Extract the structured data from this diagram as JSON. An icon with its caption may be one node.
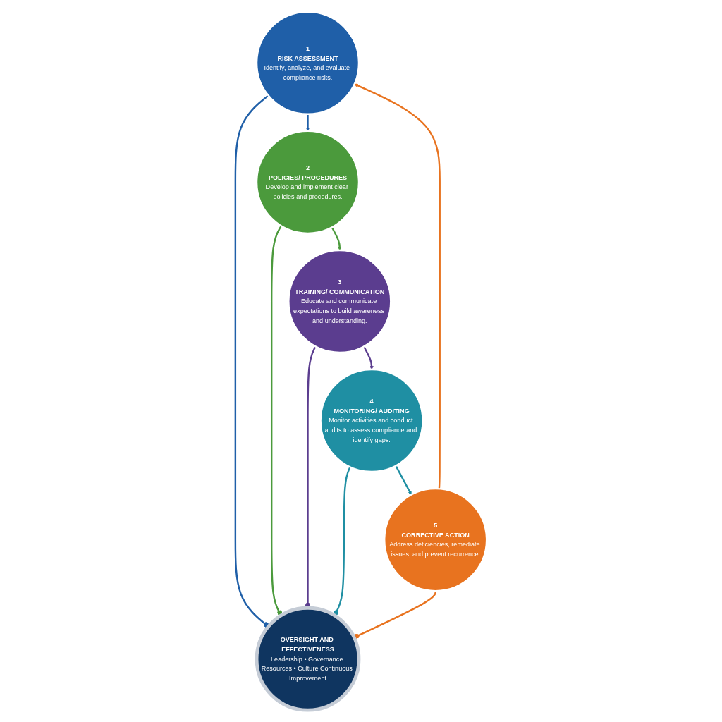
{
  "diagram": {
    "nodes": [
      {
        "text": [
          "1",
          "RISK ASSESSMENT",
          "Identify, analyze, and evaluate compliance risks."
        ]
      },
      {
        "text": [
          "2",
          "POLICIES/ PROCEDURES",
          "Develop and implement clear policies and procedures."
        ]
      },
      {
        "text": [
          "3",
          "TRAINING/ COMMUNICATION",
          "Educate and communicate expectations to build awareness and understanding."
        ]
      },
      {
        "text": [
          "4",
          "MONITORING/ AUDITING",
          "Monitor activities and conduct audits to assess compliance and identify gaps."
        ]
      },
      {
        "text": [
          "5",
          "CORRECTIVE ACTION",
          "Address deficiencies, remediate issues, and prevent recurrence."
        ]
      },
      {
        "text": [
          "OVERSIGHT AND EFFECTIVENESS",
          "Leadership • Governance Resources • Culture Continuous Improvement"
        ]
      }
    ],
    "edges": [
      {
        "from": 0,
        "to": 1,
        "arrow": "to",
        "color": "#1f5fa8"
      },
      {
        "from": 1,
        "to": 2,
        "arrow": "to",
        "color": "#4b9a3c"
      },
      {
        "from": 2,
        "to": 3,
        "arrow": "to",
        "color": "#5b3d8f"
      },
      {
        "from": 3,
        "to": 4,
        "arrow": "to",
        "color": "#1f8fa3"
      },
      {
        "from": 4,
        "to": 0,
        "arrow": "to",
        "color": "#e8731f"
      },
      {
        "from": 0,
        "to": 5,
        "arrow": "other",
        "color": "#1f5fa8"
      },
      {
        "from": 1,
        "to": 5,
        "arrow": "other",
        "color": "#4b9a3c"
      },
      {
        "from": 2,
        "to": 5,
        "arrow": "other",
        "color": "#5b3d8f"
      },
      {
        "from": 3,
        "to": 5,
        "arrow": "other",
        "color": "#1f8fa3"
      },
      {
        "from": 4,
        "to": 5,
        "arrow": "other",
        "color": "#e8731f"
      }
    ]
  }
}
